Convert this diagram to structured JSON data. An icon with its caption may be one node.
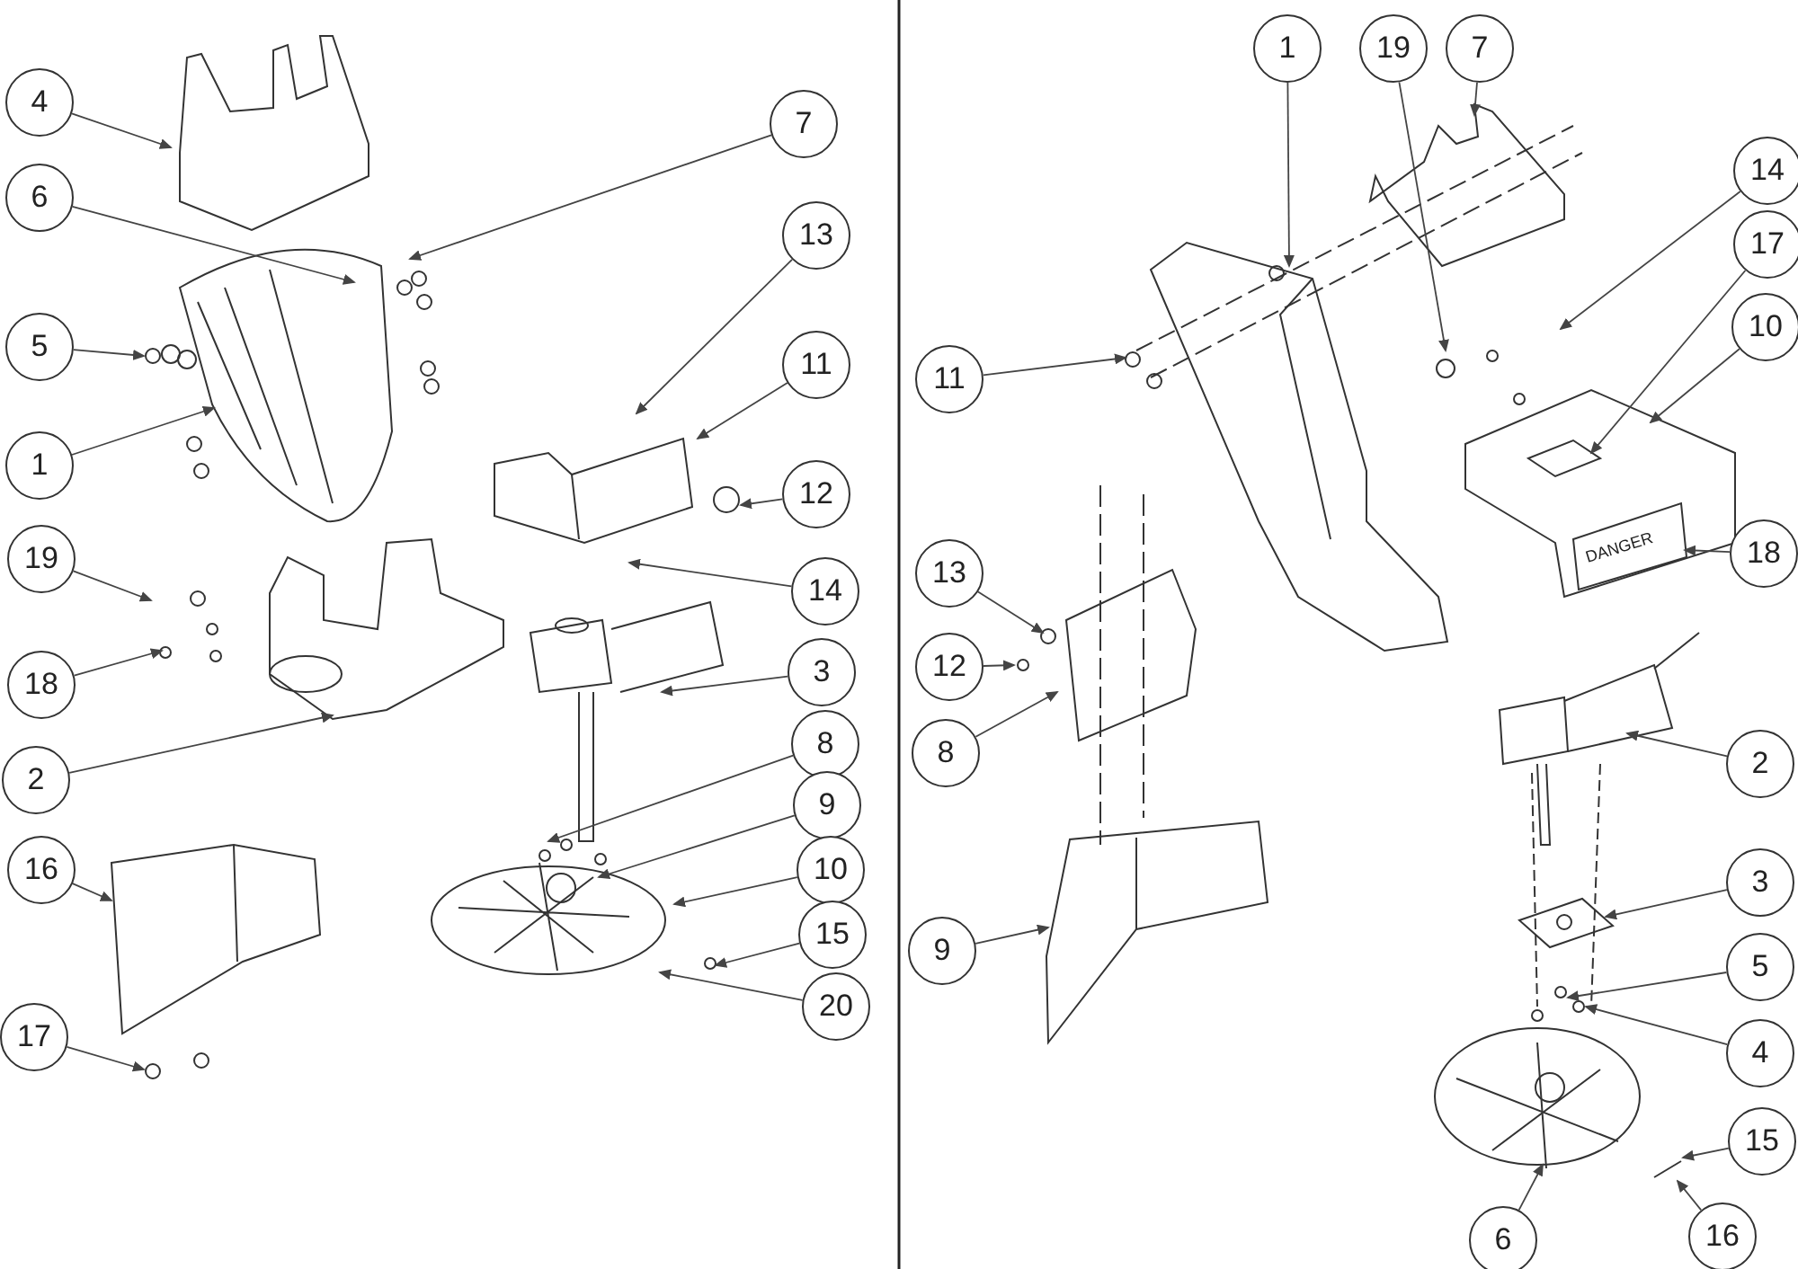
{
  "diagram": {
    "nodes": [
      {
        "text": [
          "4"
        ]
      },
      {
        "text": [
          "7"
        ]
      },
      {
        "text": [
          "6"
        ]
      },
      {
        "text": [
          "13"
        ]
      },
      {
        "text": [
          "5"
        ]
      },
      {
        "text": [
          "11"
        ]
      },
      {
        "text": [
          "1"
        ]
      },
      {
        "text": [
          "12"
        ]
      },
      {
        "text": [
          "19"
        ]
      },
      {
        "text": [
          "14"
        ]
      },
      {
        "text": [
          "18"
        ]
      },
      {
        "text": [
          "3"
        ]
      },
      {
        "text": [
          "2"
        ]
      },
      {
        "text": [
          "8"
        ]
      },
      {
        "text": [
          "9"
        ]
      },
      {
        "text": [
          "16"
        ]
      },
      {
        "text": [
          "10"
        ]
      },
      {
        "text": [
          "15"
        ]
      },
      {
        "text": [
          "17"
        ]
      },
      {
        "text": [
          "20"
        ]
      },
      {
        "text": [
          "1"
        ]
      },
      {
        "text": [
          "19"
        ]
      },
      {
        "text": [
          "7"
        ]
      },
      {
        "text": [
          "14"
        ]
      },
      {
        "text": [
          "11"
        ]
      },
      {
        "text": [
          "17"
        ]
      },
      {
        "text": [
          "10"
        ]
      },
      {
        "text": [
          "13"
        ]
      },
      {
        "text": [
          "18"
        ]
      },
      {
        "text": [
          "12"
        ]
      },
      {
        "text": [
          "8"
        ]
      },
      {
        "text": [
          "2"
        ]
      },
      {
        "text": [
          "3"
        ]
      },
      {
        "text": [
          "9"
        ]
      },
      {
        "text": [
          "5"
        ]
      },
      {
        "text": [
          "4"
        ]
      },
      {
        "text": [
          "15"
        ]
      },
      {
        "text": [
          "6"
        ]
      },
      {
        "text": [
          "16"
        ]
      },
      {
        "text": [
          "DANGER"
        ]
      }
    ],
    "edges": [
      {
        "from": 0,
        "to": null,
        "arrow": "to"
      },
      {
        "from": 1,
        "to": null,
        "arrow": "to"
      },
      {
        "from": 2,
        "to": null,
        "arrow": "to"
      },
      {
        "from": 3,
        "to": null,
        "arrow": "to"
      },
      {
        "from": 4,
        "to": null,
        "arrow": "to"
      },
      {
        "from": 5,
        "to": null,
        "arrow": "to"
      },
      {
        "from": 6,
        "to": null,
        "arrow": "to"
      },
      {
        "from": 7,
        "to": null,
        "arrow": "to"
      },
      {
        "from": 8,
        "to": null,
        "arrow": "to"
      },
      {
        "from": 9,
        "to": null,
        "arrow": "to"
      },
      {
        "from": 10,
        "to": null,
        "arrow": "to"
      },
      {
        "from": 11,
        "to": null,
        "arrow": "to"
      },
      {
        "from": 12,
        "to": null,
        "arrow": "to"
      },
      {
        "from": 13,
        "to": null,
        "arrow": "to"
      },
      {
        "from": 14,
        "to": null,
        "arrow": "to"
      },
      {
        "from": 15,
        "to": null,
        "arrow": "to"
      },
      {
        "from": 16,
        "to": null,
        "arrow": "to"
      },
      {
        "from": 17,
        "to": null,
        "arrow": "to"
      },
      {
        "from": 18,
        "to": null,
        "arrow": "to"
      },
      {
        "from": 19,
        "to": null,
        "arrow": "to"
      },
      {
        "from": 20,
        "to": null,
        "arrow": "to"
      },
      {
        "from": 21,
        "to": null,
        "arrow": "to"
      },
      {
        "from": 22,
        "to": null,
        "arrow": "to"
      },
      {
        "from": 23,
        "to": null,
        "arrow": "to"
      },
      {
        "from": 24,
        "to": null,
        "arrow": "to"
      },
      {
        "from": 25,
        "to": null,
        "arrow": "to"
      },
      {
        "from": 26,
        "to": null,
        "arrow": "to"
      },
      {
        "from": 27,
        "to": null,
        "arrow": "to"
      },
      {
        "from": 28,
        "to": 39,
        "arrow": "to"
      },
      {
        "from": 29,
        "to": null,
        "arrow": "to"
      },
      {
        "from": 30,
        "to": null,
        "arrow": "to"
      },
      {
        "from": 31,
        "to": null,
        "arrow": "to"
      },
      {
        "from": 32,
        "to": null,
        "arrow": "to"
      },
      {
        "from": 33,
        "to": null,
        "arrow": "to"
      },
      {
        "from": 34,
        "to": null,
        "arrow": "to"
      },
      {
        "from": 35,
        "to": null,
        "arrow": "to"
      },
      {
        "from": 36,
        "to": null,
        "arrow": "to"
      },
      {
        "from": 37,
        "to": null,
        "arrow": "to"
      },
      {
        "from": 38,
        "to": null,
        "arrow": "to"
      }
    ]
  }
}
